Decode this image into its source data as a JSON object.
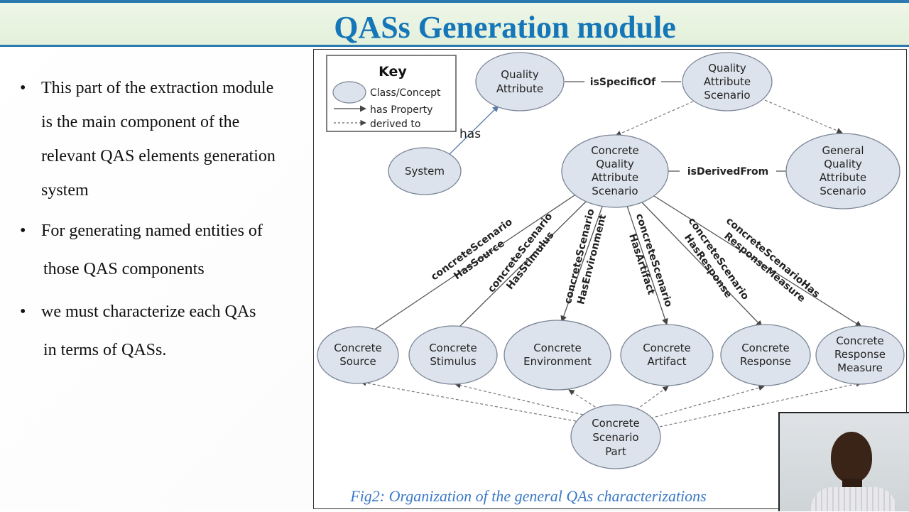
{
  "slide": {
    "title": "QASs Generation module",
    "bullets": [
      {
        "lines": [
          "This part of the extraction module",
          "is the main component of the",
          "relevant QAS elements generation",
          "system"
        ]
      },
      {
        "lines": [
          "For generating named entities of",
          "those QAS components"
        ]
      },
      {
        "lines": [
          "we must characterize each QAs",
          "in terms of QASs."
        ]
      }
    ],
    "bullet_char": "•",
    "caption": "Fig2: Organization of the general QAs characterizations"
  },
  "diagram": {
    "key": {
      "title": "Key",
      "class_label": "Class/Concept",
      "property_label": "has Property",
      "derived_label": "derived to"
    },
    "nodes": {
      "quality_attribute": [
        "Quality",
        "Attribute"
      ],
      "qa_scenario": [
        "Quality",
        "Attribute",
        "Scenario"
      ],
      "system": [
        "System"
      ],
      "concrete_qas": [
        "Concrete",
        "Quality",
        "Attribute",
        "Scenario"
      ],
      "general_qas": [
        "General",
        "Quality",
        "Attribute",
        "Scenario"
      ],
      "concrete_source": [
        "Concrete",
        "Source"
      ],
      "concrete_stimulus": [
        "Concrete",
        "Stimulus"
      ],
      "concrete_environment": [
        "Concrete",
        "Environment"
      ],
      "concrete_artifact": [
        "Concrete",
        "Artifact"
      ],
      "concrete_response": [
        "Concrete",
        "Response"
      ],
      "concrete_response_measure": [
        "Concrete",
        "Response",
        "Measure"
      ],
      "concrete_scenario_part": [
        "Concrete",
        "Scenario",
        "Part"
      ]
    },
    "edges": {
      "is_specific_of": "isSpecificOf",
      "has": "has",
      "is_derived_from": "isDerivedFrom",
      "has_source": [
        "concreteScenario",
        "HasSource"
      ],
      "has_stimulus": [
        "concreteScenario",
        "HasStimulus"
      ],
      "has_environment": [
        "concreteScenario",
        "HasEnvironment"
      ],
      "has_artifact": [
        "concreteScenario",
        "HasArtifact"
      ],
      "has_response": [
        "concreteScenario",
        "HasResponse"
      ],
      "has_response_measure": [
        "concreteScenarioHas",
        "ResponseMeasure"
      ]
    },
    "colors": {
      "node_fill": "#dde3ec",
      "node_stroke": "#7a8595",
      "arrow": "#555555",
      "title": "#1576b8",
      "caption": "#3b78c6"
    }
  }
}
